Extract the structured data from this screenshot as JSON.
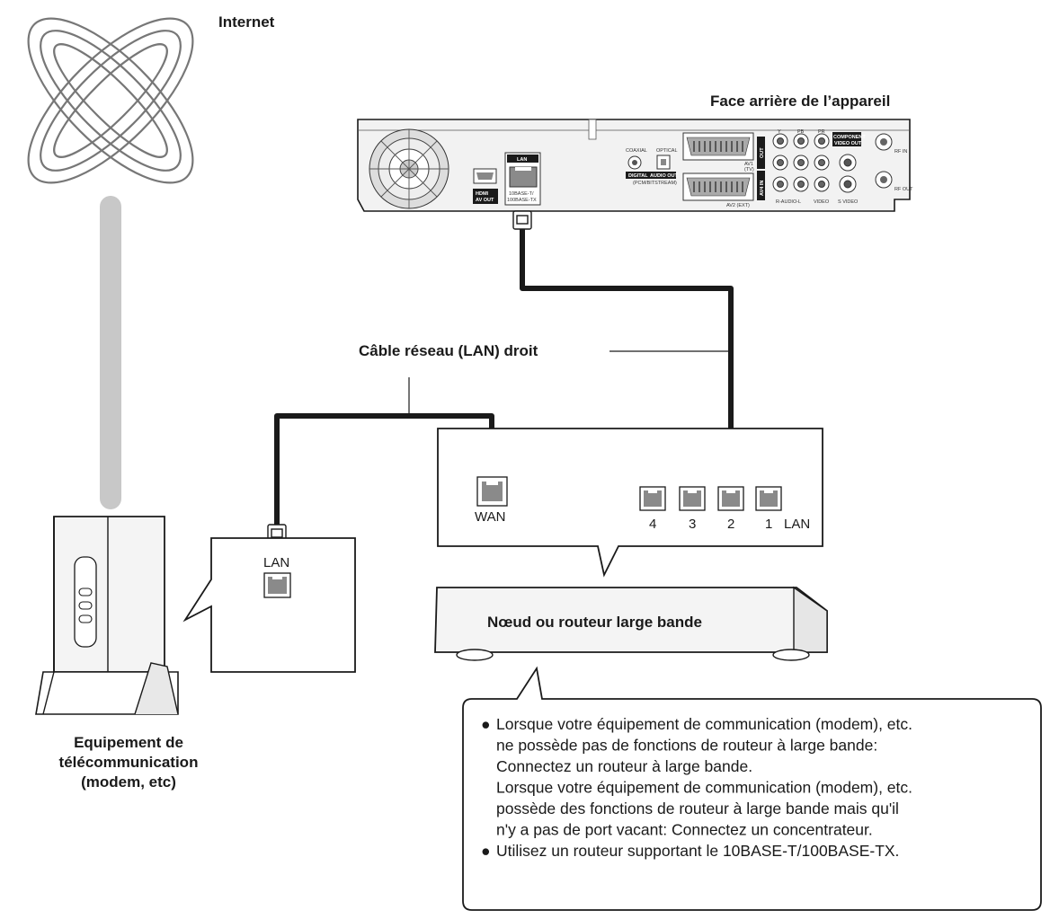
{
  "labels": {
    "internet": "Internet",
    "rear_panel": "Face arrière de l’appareil",
    "cable": "Câble réseau (LAN) droit",
    "router": "Nœud ou routeur large bande",
    "modem_line1": "Equipement de",
    "modem_line2": "télécommunication",
    "modem_line3": "(modem, etc)"
  },
  "modem_port_label": "LAN",
  "router_ports": {
    "wan": "WAN",
    "lan_numbers": [
      "4",
      "3",
      "2",
      "1"
    ],
    "lan": "LAN"
  },
  "rear_panel_markings": {
    "lan": "LAN",
    "lan_spec_1": "10BASE-T/",
    "lan_spec_2": "100BASE-TX",
    "hdmi": "HDMI",
    "av_out": "AV OUT",
    "coaxial": "COAXIAL",
    "optical": "OPTICAL",
    "digital": "DIGITAL",
    "audio_out": "AUDIO OUT",
    "pcm": "(PCM/BITSTREAM)",
    "av1": "AV1",
    "tv": "(TV)",
    "av2": "AV2 (EXT)",
    "out": "OUT",
    "av4_in": "AV4 IN",
    "pb": "PB",
    "pr": "PR",
    "y": "Y",
    "component": "COMPONENT",
    "video_out": "VIDEO OUT",
    "r_audio_l": "R-AUDIO-L",
    "video": "VIDEO",
    "s_video": "S VIDEO",
    "rf_in": "RF IN",
    "rf_out": "RF OUT"
  },
  "notes": [
    {
      "bullet": true,
      "text": "Lorsque votre équipement de communication (modem), etc."
    },
    {
      "bullet": false,
      "text": "ne possède pas de fonctions de routeur à large bande:"
    },
    {
      "bullet": false,
      "text": "Connectez un routeur à large bande."
    },
    {
      "bullet": false,
      "text": "Lorsque votre équipement de communication (modem), etc."
    },
    {
      "bullet": false,
      "text": "possède des fonctions de routeur à large bande mais qu'il"
    },
    {
      "bullet": false,
      "text": "n'y a pas de port vacant: Connectez un concentrateur."
    },
    {
      "bullet": true,
      "text": "Utilisez un routeur supportant le 10BASE-T/100BASE-TX."
    }
  ],
  "bullet_glyph": "●",
  "colors": {
    "line": "#1a1a1a",
    "globe_grey": "#777777",
    "pole_grey": "#c8c8c8",
    "device_body": "#f2f2f2",
    "port_grey": "#8a8a8a"
  }
}
